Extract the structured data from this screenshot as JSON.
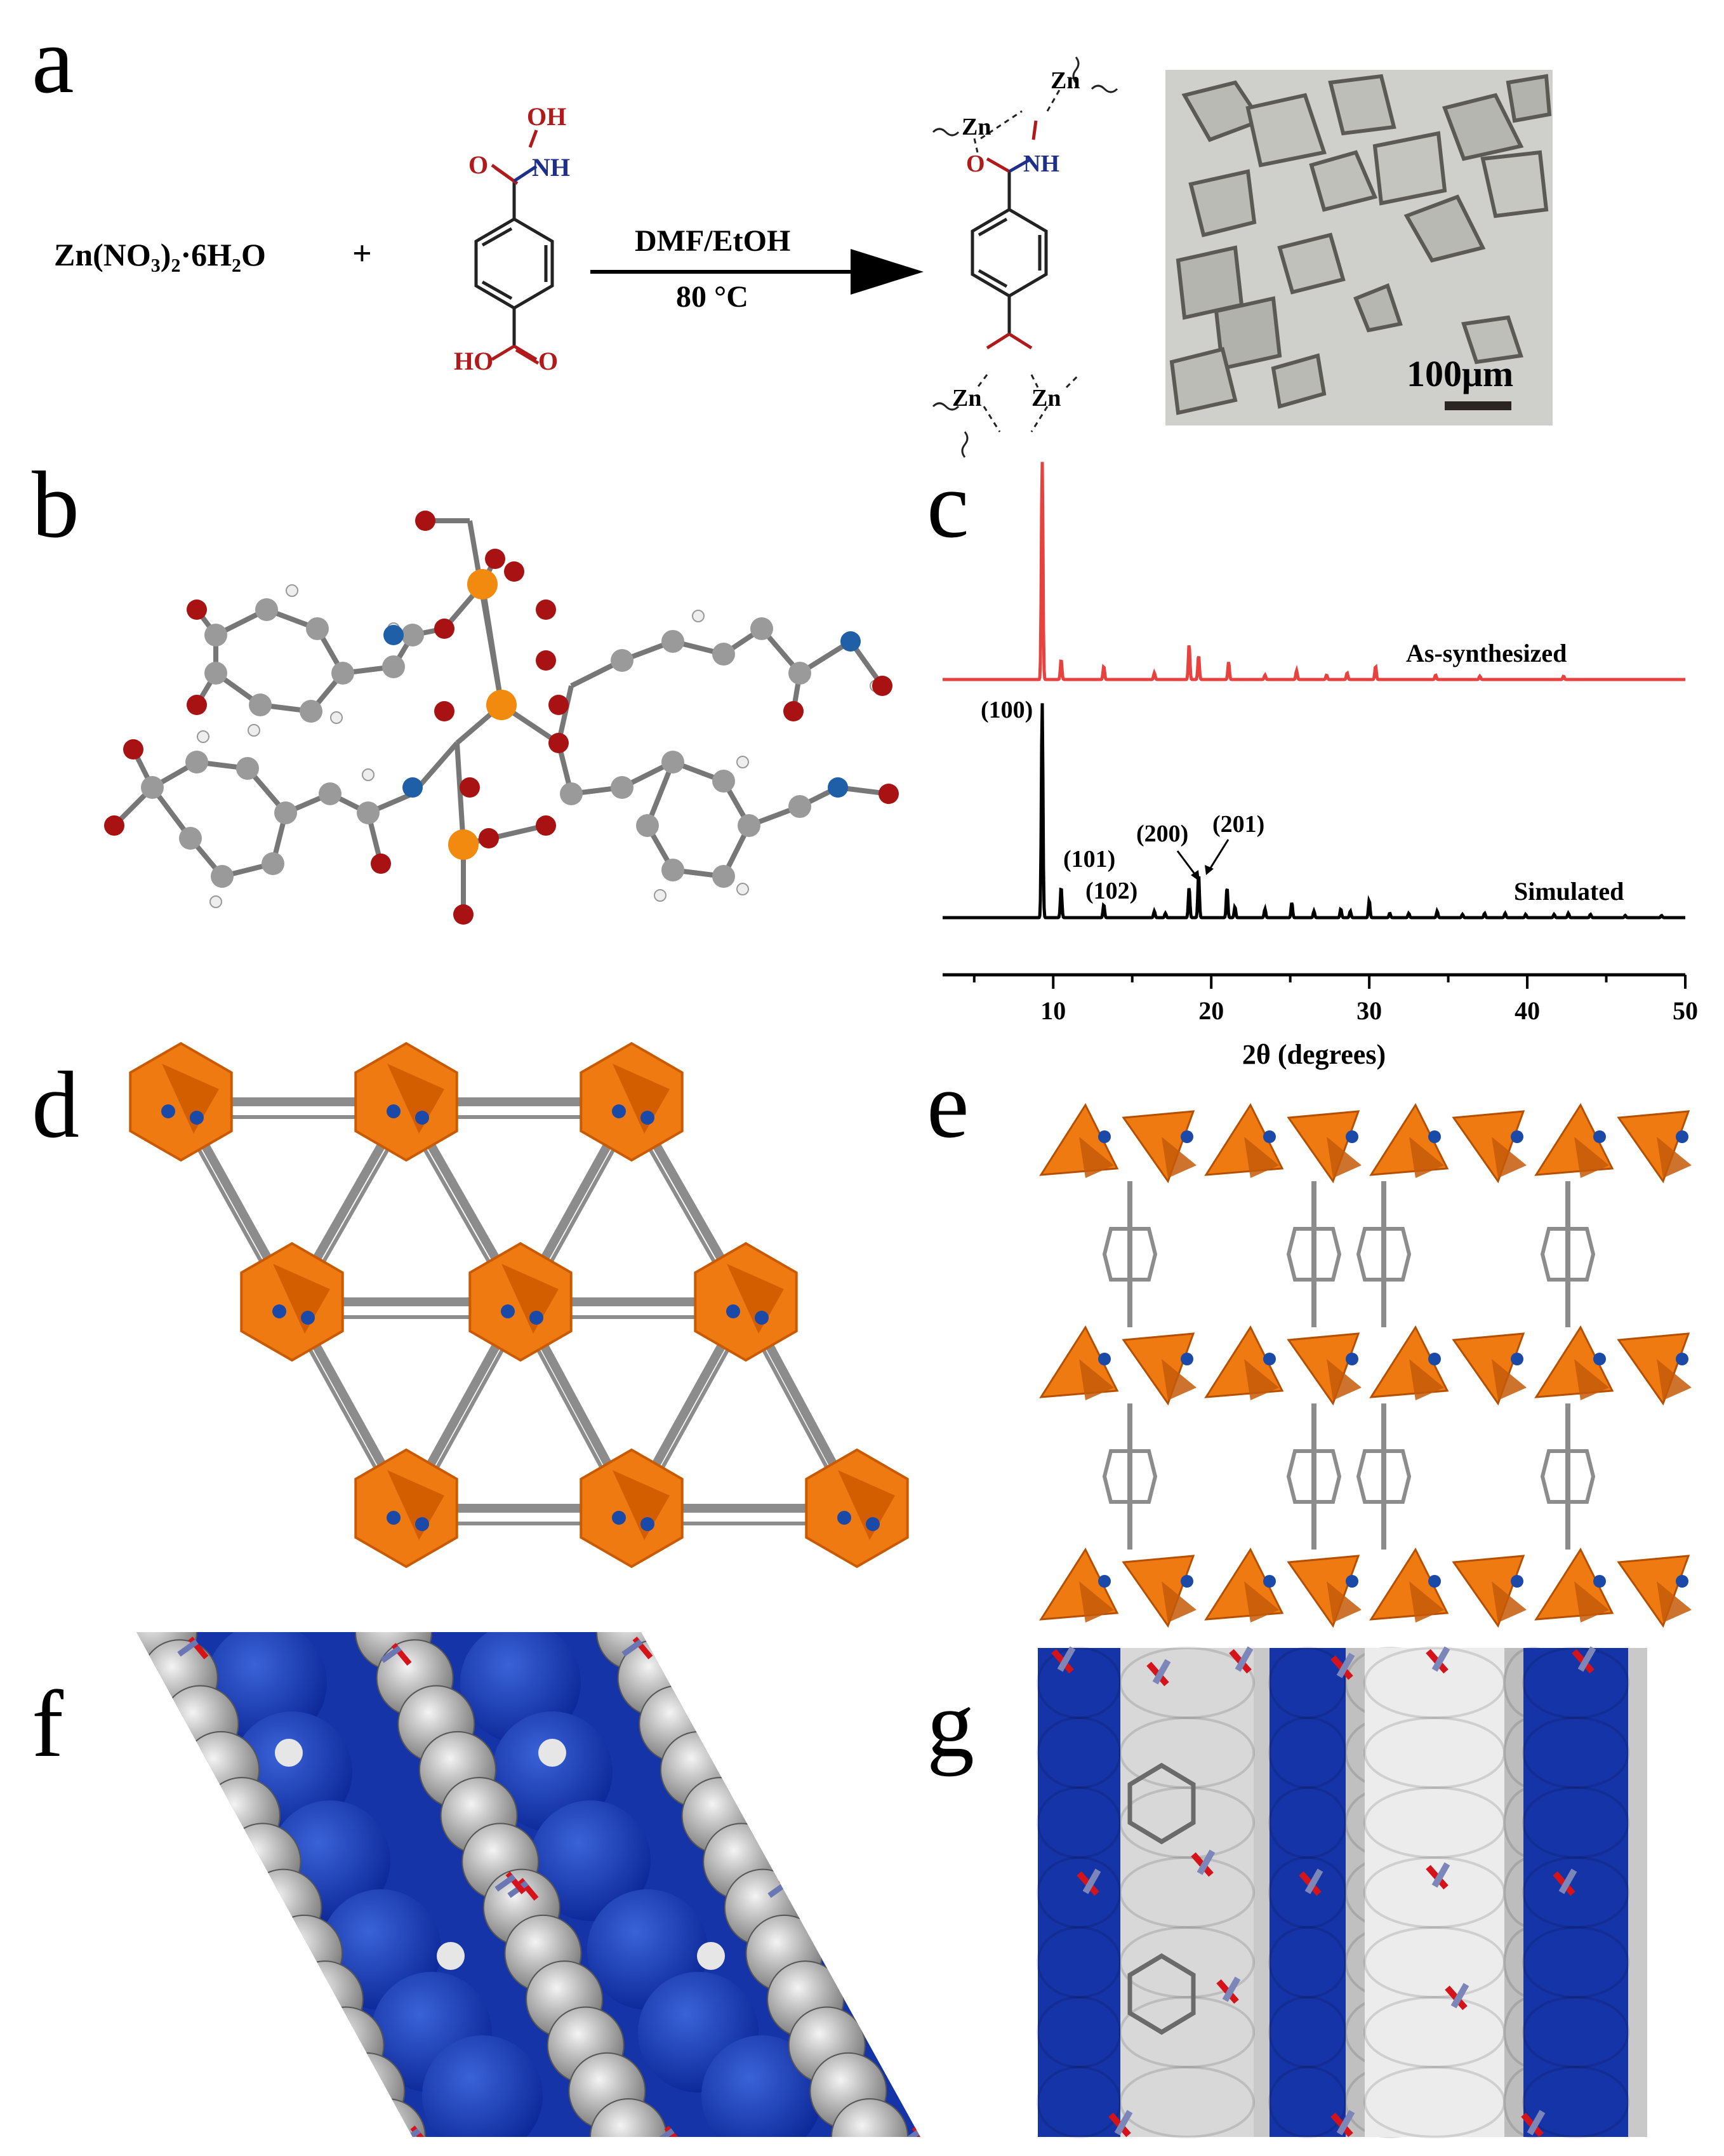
{
  "panels": [
    "a",
    "b",
    "c",
    "d",
    "e",
    "f",
    "g"
  ],
  "scheme": {
    "reactant_metal": "Zn(NO₃)₂·6H₂O",
    "plus": "+",
    "ligand_labels": {
      "oh": "OH",
      "nh": "NH",
      "o_top": "O",
      "o_bottom": "O",
      "ho": "HO"
    },
    "conditions_top": "DMF/EtOH",
    "conditions_bottom": "80 °C",
    "product_labels": {
      "zn1": "Zn",
      "zn2": "Zn",
      "zn3": "Zn",
      "zn4": "Zn",
      "o": "O",
      "nh": "NH"
    }
  },
  "micrograph": {
    "scale_label": "100μm"
  },
  "chart_data": {
    "type": "line",
    "xlabel": "2θ (degrees)",
    "xlim": [
      3,
      50
    ],
    "xticks": [
      10,
      20,
      30,
      40,
      50
    ],
    "series": [
      {
        "name": "As-synthesized",
        "color": "#e8423f",
        "peaks": [
          [
            9.3,
            1.0
          ],
          [
            10.5,
            0.09
          ],
          [
            13.2,
            0.06
          ],
          [
            16.4,
            0.03
          ],
          [
            18.6,
            0.16
          ],
          [
            19.2,
            0.11
          ],
          [
            21.1,
            0.08
          ],
          [
            23.4,
            0.02
          ],
          [
            25.4,
            0.04
          ],
          [
            27.3,
            0.02
          ],
          [
            28.6,
            0.03
          ],
          [
            30.4,
            0.06
          ],
          [
            34.2,
            0.02
          ],
          [
            37.0,
            0.015
          ],
          [
            42.3,
            0.015
          ]
        ]
      },
      {
        "name": "Simulated",
        "color": "#000000",
        "peaks": [
          [
            9.3,
            1.0
          ],
          [
            10.5,
            0.14
          ],
          [
            13.2,
            0.06
          ],
          [
            16.4,
            0.03
          ],
          [
            17.1,
            0.02
          ],
          [
            18.6,
            0.14
          ],
          [
            19.2,
            0.2
          ],
          [
            21.0,
            0.14
          ],
          [
            21.5,
            0.05
          ],
          [
            23.4,
            0.04
          ],
          [
            25.1,
            0.07
          ],
          [
            26.5,
            0.03
          ],
          [
            28.2,
            0.04
          ],
          [
            28.8,
            0.03
          ],
          [
            30.0,
            0.08
          ],
          [
            31.3,
            0.02
          ],
          [
            32.5,
            0.02
          ],
          [
            34.3,
            0.03
          ],
          [
            35.9,
            0.015
          ],
          [
            37.3,
            0.02
          ],
          [
            38.6,
            0.02
          ],
          [
            39.9,
            0.015
          ],
          [
            41.7,
            0.015
          ],
          [
            42.6,
            0.02
          ],
          [
            44.0,
            0.015
          ],
          [
            46.2,
            0.01
          ],
          [
            48.5,
            0.01
          ]
        ]
      }
    ],
    "peak_labels": [
      "(100)",
      "(101)",
      "(102)",
      "(200)",
      "(201)"
    ]
  }
}
